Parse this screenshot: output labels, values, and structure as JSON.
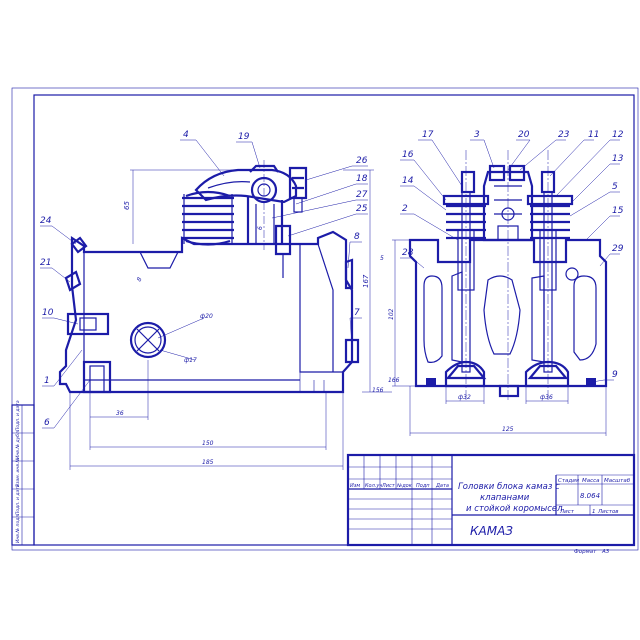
{
  "colors": {
    "ink": "#1c1ca8",
    "paper": "#ffffff"
  },
  "callouts_left": [
    {
      "id": "c4",
      "t": "4"
    },
    {
      "id": "c19",
      "t": "19"
    },
    {
      "id": "c26",
      "t": "26"
    },
    {
      "id": "c18",
      "t": "18"
    },
    {
      "id": "c27",
      "t": "27"
    },
    {
      "id": "c25",
      "t": "25"
    },
    {
      "id": "c8",
      "t": "8"
    },
    {
      "id": "c7",
      "t": "7"
    },
    {
      "id": "c24",
      "t": "24"
    },
    {
      "id": "c21",
      "t": "21"
    },
    {
      "id": "c10",
      "t": "10"
    },
    {
      "id": "c1",
      "t": "1"
    },
    {
      "id": "c6",
      "t": "6"
    }
  ],
  "callouts_right": [
    {
      "id": "c17",
      "t": "17"
    },
    {
      "id": "c3",
      "t": "3"
    },
    {
      "id": "c20",
      "t": "20"
    },
    {
      "id": "c23",
      "t": "23"
    },
    {
      "id": "c11",
      "t": "11"
    },
    {
      "id": "c12",
      "t": "12"
    },
    {
      "id": "c16",
      "t": "16"
    },
    {
      "id": "c13",
      "t": "13"
    },
    {
      "id": "c14",
      "t": "14"
    },
    {
      "id": "c5",
      "t": "5"
    },
    {
      "id": "c2",
      "t": "2"
    },
    {
      "id": "c15",
      "t": "15"
    },
    {
      "id": "c28",
      "t": "28"
    },
    {
      "id": "c29",
      "t": "29"
    },
    {
      "id": "c9",
      "t": "9"
    }
  ],
  "dimensions": {
    "d65": "65",
    "d8": "8",
    "d6": "6",
    "d167": "167",
    "d20": "ф20",
    "d17": "ф17",
    "d156": "156",
    "d36": "36",
    "d150": "150",
    "d185": "185",
    "d5": "5",
    "d32": "ф32",
    "d36b": "ф36",
    "d125": "125",
    "d102": "102",
    "d166": "166"
  },
  "side_stamp": [
    "Инв.№ подл.",
    "Подп. и дата",
    "Взам. инв.№",
    "Инв.№ дубл.",
    "Подп. и дата"
  ],
  "title_block": {
    "title_lines": [
      "Головки блока камаз с",
      "клапанами",
      "и стойкой коромысел"
    ],
    "product": "КАМАЗ",
    "headers": [
      "Изм",
      "Кол.уч",
      "Лист",
      "№док",
      "Подп",
      "Дата"
    ],
    "col_stage": "Стадия",
    "col_mass": "Масса",
    "col_scale": "Масштаб",
    "mass_value": "8.064",
    "sheet_label": "Лист",
    "sheets_label": "Листов",
    "sheets_value": "1",
    "format_label": "Формат",
    "format_value": "А3"
  }
}
